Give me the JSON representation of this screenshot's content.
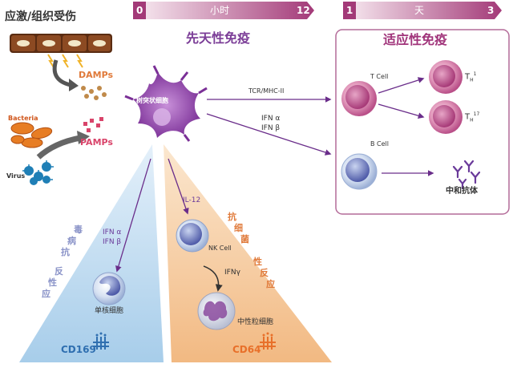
{
  "top_left_title": "应激/组织受伤",
  "innate_timeline": {
    "start": "0",
    "label": "小时",
    "end": "12"
  },
  "adaptive_timeline": {
    "start": "1",
    "label": "天",
    "end": "3"
  },
  "innate_title": "先天性免疫",
  "adaptive_title": "适应性免疫",
  "damps": "DAMPs",
  "pamps": "PAMPs",
  "bacteria": "Bacteria",
  "virus": "Virus",
  "dendritic_cell": "树突状细胞",
  "tcr_label": "TCR/MHC-II",
  "ifn_labels": [
    "IFN α",
    "IFN β"
  ],
  "t_cell": "T Cell",
  "th1": {
    "main": "T",
    "sub": "H",
    "sup": "1"
  },
  "th17": {
    "main": "T",
    "sub": "H",
    "sup": "17"
  },
  "b_cell": "B Cell",
  "neutralizing_antibody": "中和抗体",
  "antiviral_chars": [
    "抗",
    "病",
    "毒",
    "性",
    "反",
    "应"
  ],
  "ifn_left": [
    "IFN α",
    "IFN β"
  ],
  "monocyte": "单核细胞",
  "cd169": "CD169",
  "il12": "IL-12",
  "nk_cell": "NK Cell",
  "ifn_gamma": "IFNγ",
  "antibacterial_chars": [
    "抗",
    "细",
    "菌",
    "性",
    "反",
    "应"
  ],
  "neutrophil": "中性粒细胞",
  "cd64": "CD64",
  "colors": {
    "purple": "#7b3d97",
    "magenta": "#a0337a",
    "blue_text": "#2f6fb0",
    "orange_text": "#e8702a",
    "timeline_dark": "#a23d7a",
    "timeline_light": "#f6e3ee"
  }
}
